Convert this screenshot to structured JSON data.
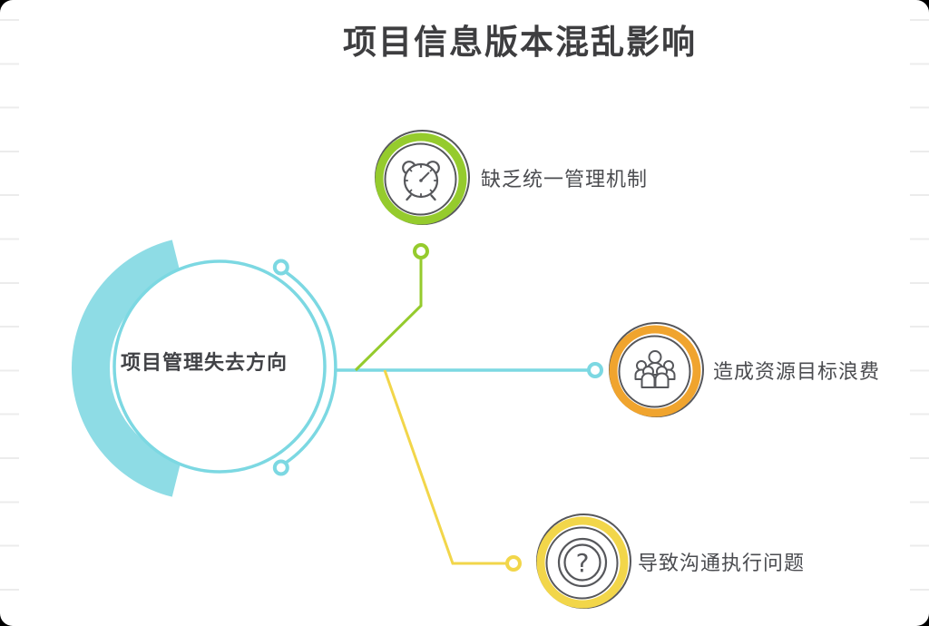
{
  "title": "项目信息版本混乱影响",
  "center": {
    "label": "项目管理失去方向"
  },
  "nodes": [
    {
      "label": "缺乏统一管理机制",
      "icon": "alarm-clock-icon",
      "color": "#95CB2D"
    },
    {
      "label": "造成资源目标浪费",
      "icon": "team-icon",
      "color": "#F0A42E"
    },
    {
      "label": "导致沟通执行问题",
      "icon": "question-icon",
      "color": "#F2D64A"
    }
  ],
  "palette": {
    "teal_fill": "#8EDCE5",
    "teal_line": "#7CD8E2",
    "icon_stroke": "#56575b",
    "title_color": "#3e3e40",
    "label_color": "#4b4c50",
    "ruled_line": "#ececec",
    "background": "#ffffff"
  },
  "glyphs": {
    "question": "?"
  }
}
